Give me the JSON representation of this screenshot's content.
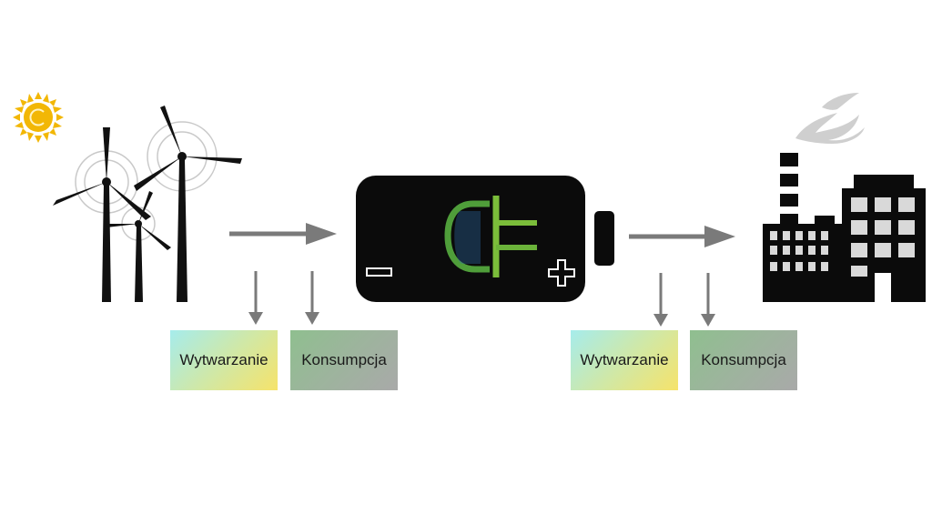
{
  "labels": {
    "left_generation": "Wytwarzanie",
    "left_consumption": "Konsumpcja",
    "right_generation": "Wytwarzanie",
    "right_consumption": "Konsumpcja"
  },
  "colors": {
    "arrow": "#7a7a7a",
    "icon": "#111111",
    "sun": "#f2b705",
    "smoke": "#cfcfcf",
    "plug_green": "#5fae3c",
    "plug_blue": "#2f6fb0"
  },
  "icons": [
    "sun-icon",
    "wind-turbines-icon",
    "battery-icon",
    "plug-icon",
    "factory-icon",
    "smoke-icon"
  ]
}
